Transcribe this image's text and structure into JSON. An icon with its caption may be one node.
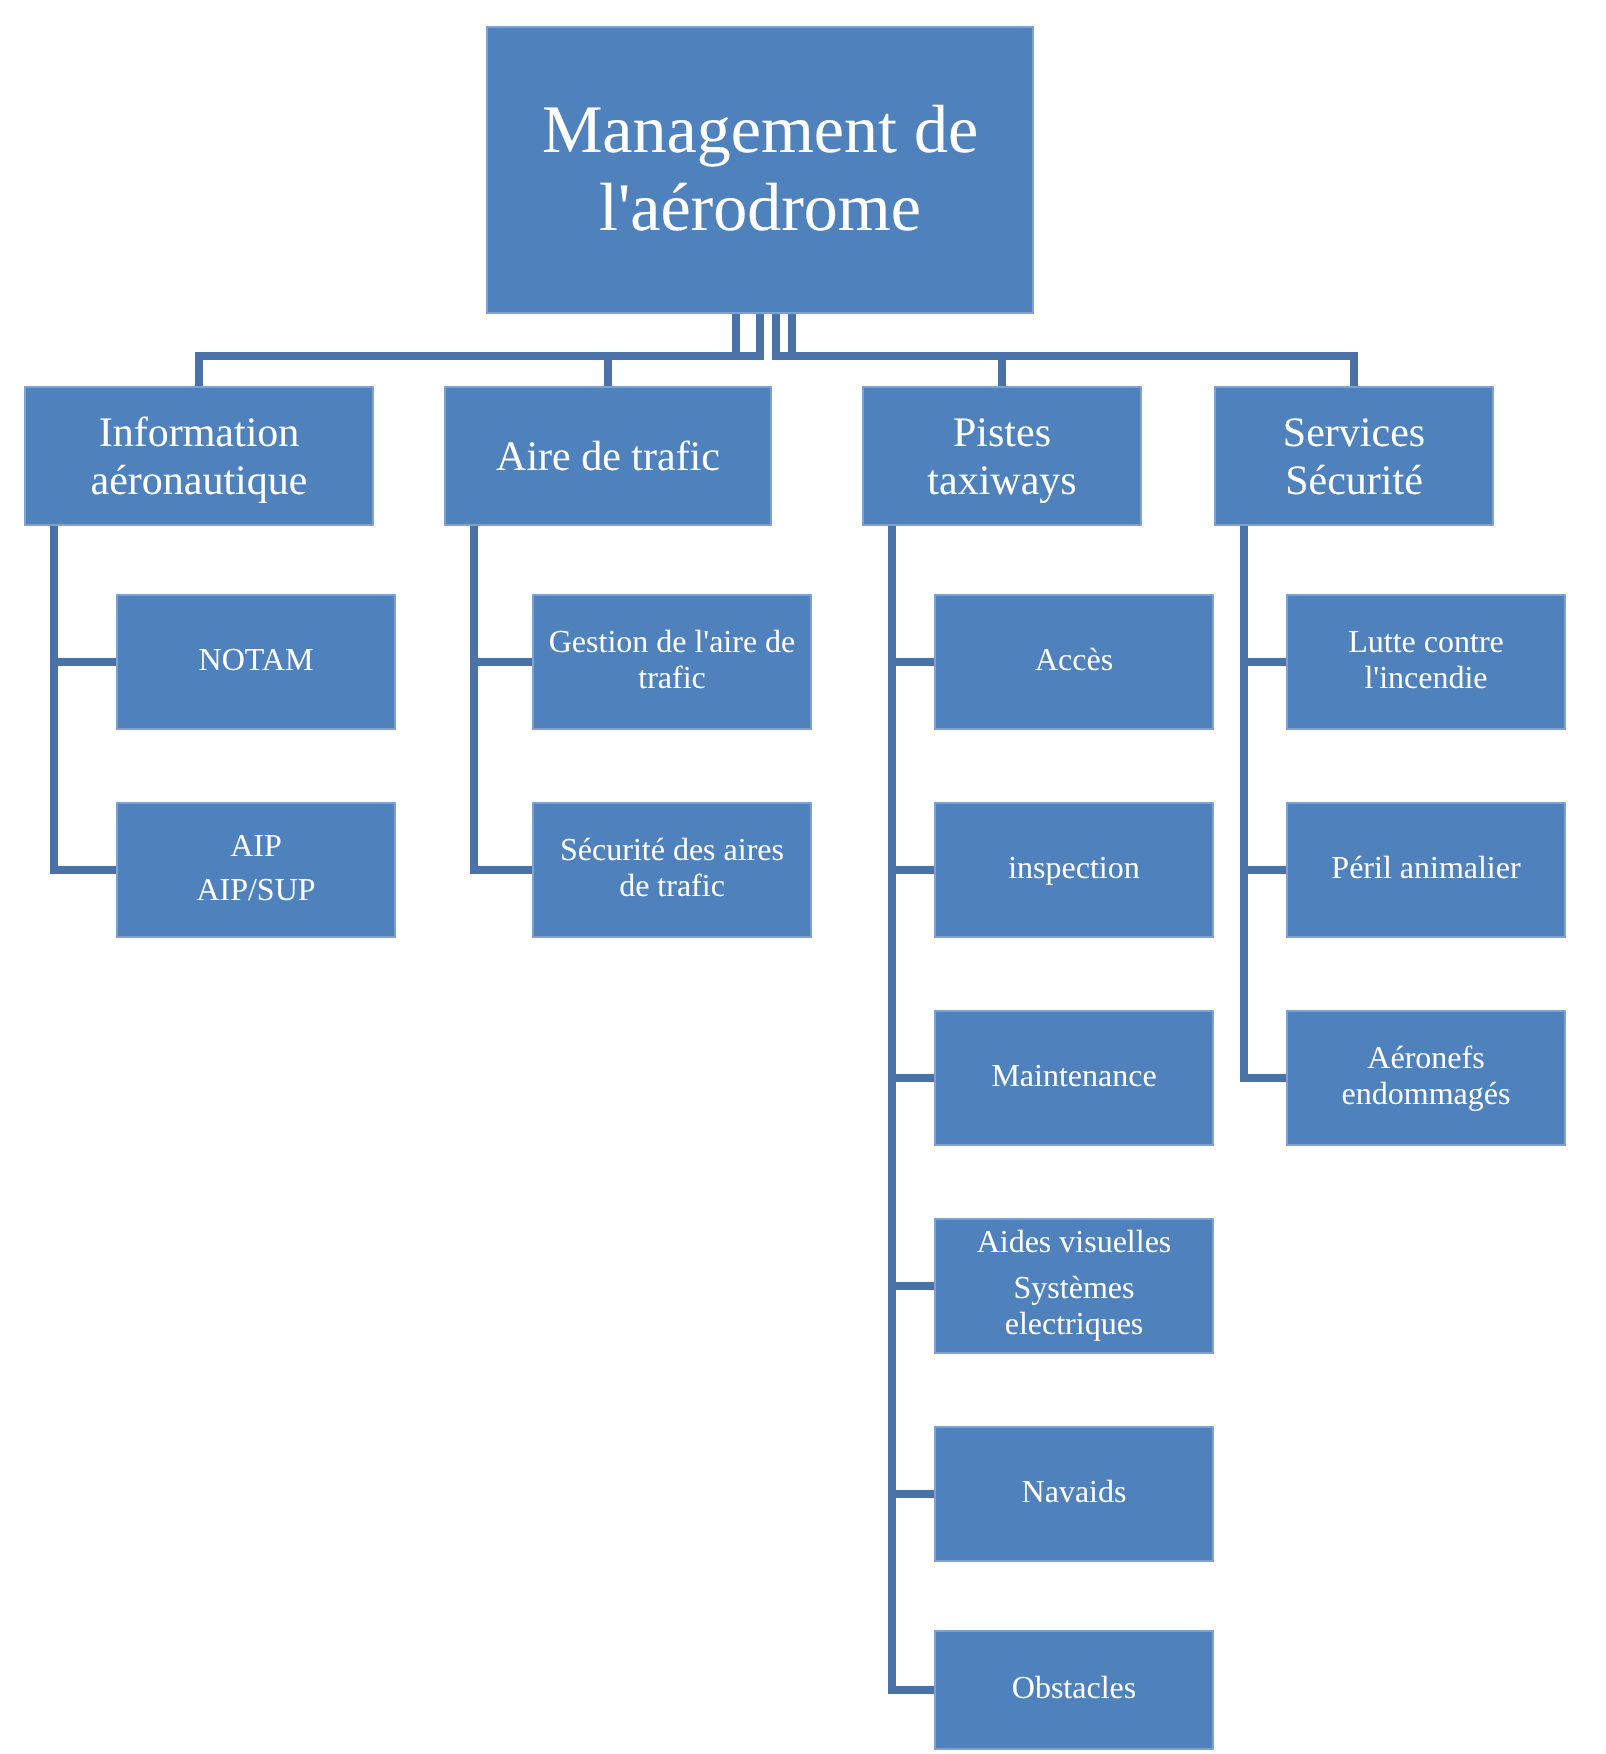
{
  "diagram": {
    "nodes": [
      {
        "text": [
          "Management de l'aérodrome"
        ]
      },
      {
        "text": [
          "Information aéronautique"
        ]
      },
      {
        "text": [
          "Aire de trafic"
        ]
      },
      {
        "text": [
          "Pistes taxiways"
        ]
      },
      {
        "text": [
          "Services Sécurité"
        ]
      },
      {
        "text": [
          "NOTAM"
        ]
      },
      {
        "text": [
          "AIP",
          "AIP/SUP"
        ]
      },
      {
        "text": [
          "Gestion de l'aire de trafic"
        ]
      },
      {
        "text": [
          "Sécurité des aires de trafic"
        ]
      },
      {
        "text": [
          "Accès"
        ]
      },
      {
        "text": [
          "inspection"
        ]
      },
      {
        "text": [
          "Maintenance"
        ]
      },
      {
        "text": [
          "Aides visuelles",
          "Systèmes electriques"
        ]
      },
      {
        "text": [
          "Navaids"
        ]
      },
      {
        "text": [
          "Obstacles"
        ]
      },
      {
        "text": [
          "Lutte contre l'incendie"
        ]
      },
      {
        "text": [
          "Péril animalier"
        ]
      },
      {
        "text": [
          "Aéronefs endommagés"
        ]
      }
    ],
    "edges": [
      {
        "from": 0,
        "to": 1,
        "arrow": "none"
      },
      {
        "from": 0,
        "to": 2,
        "arrow": "none"
      },
      {
        "from": 0,
        "to": 3,
        "arrow": "none"
      },
      {
        "from": 0,
        "to": 4,
        "arrow": "none"
      },
      {
        "from": 1,
        "to": 5,
        "arrow": "none"
      },
      {
        "from": 1,
        "to": 6,
        "arrow": "none"
      },
      {
        "from": 2,
        "to": 7,
        "arrow": "none"
      },
      {
        "from": 2,
        "to": 8,
        "arrow": "none"
      },
      {
        "from": 3,
        "to": 9,
        "arrow": "none"
      },
      {
        "from": 3,
        "to": 10,
        "arrow": "none"
      },
      {
        "from": 3,
        "to": 11,
        "arrow": "none"
      },
      {
        "from": 3,
        "to": 12,
        "arrow": "none"
      },
      {
        "from": 3,
        "to": 13,
        "arrow": "none"
      },
      {
        "from": 3,
        "to": 14,
        "arrow": "none"
      },
      {
        "from": 4,
        "to": 15,
        "arrow": "none"
      },
      {
        "from": 4,
        "to": 16,
        "arrow": "none"
      },
      {
        "from": 4,
        "to": 17,
        "arrow": "none"
      }
    ]
  }
}
